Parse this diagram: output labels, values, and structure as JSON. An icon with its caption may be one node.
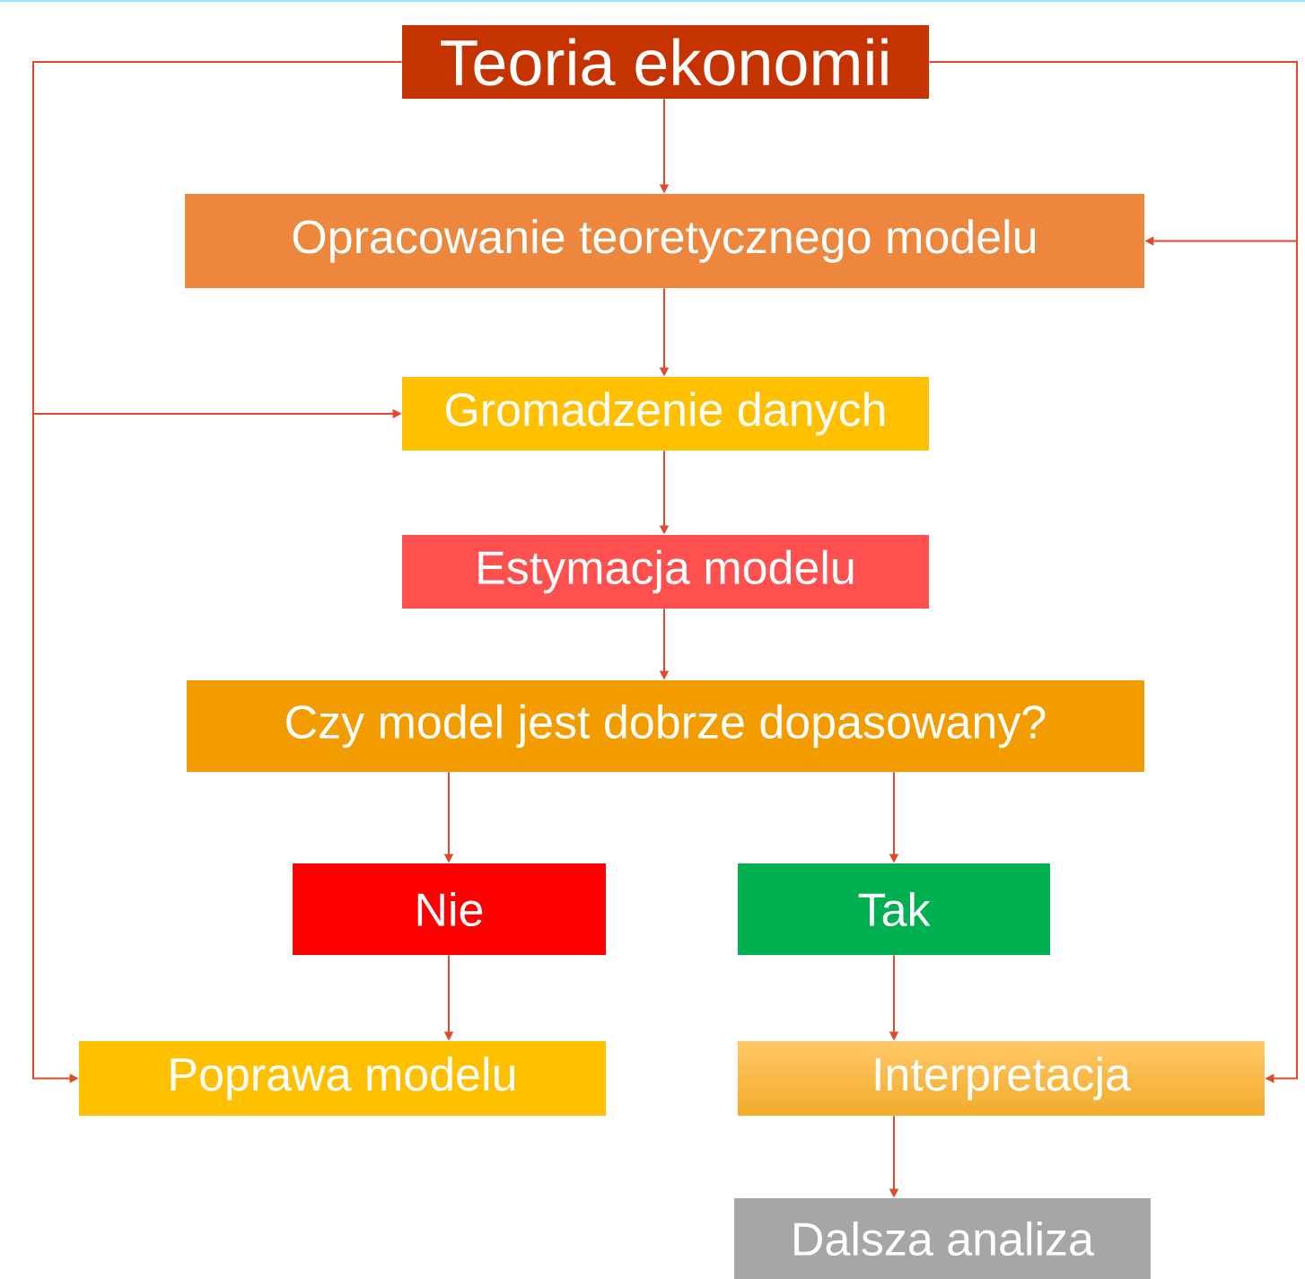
{
  "diagram": {
    "nodes": [
      {
        "text": [
          "Teoria ekonomii"
        ]
      },
      {
        "text": [
          "Opracowanie teoretycznego modelu"
        ]
      },
      {
        "text": [
          "Gromadzenie danych"
        ]
      },
      {
        "text": [
          "Estymacja modelu"
        ]
      },
      {
        "text": [
          "Czy model jest dobrze dopasowany?"
        ]
      },
      {
        "text": [
          "Nie"
        ]
      },
      {
        "text": [
          "Tak"
        ]
      },
      {
        "text": [
          "Poprawa modelu"
        ]
      },
      {
        "text": [
          "Interpretacja"
        ]
      },
      {
        "text": [
          "Dalsza analiza"
        ]
      }
    ],
    "edges": [
      {
        "from": 0,
        "to": 1,
        "arrow": "to"
      },
      {
        "from": 1,
        "to": 2,
        "arrow": "to"
      },
      {
        "from": 2,
        "to": 3,
        "arrow": "to"
      },
      {
        "from": 3,
        "to": 4,
        "arrow": "to"
      },
      {
        "from": 4,
        "to": 5,
        "arrow": "to"
      },
      {
        "from": 4,
        "to": 6,
        "arrow": "to"
      },
      {
        "from": 5,
        "to": 7,
        "arrow": "to"
      },
      {
        "from": 6,
        "to": 8,
        "arrow": "to"
      },
      {
        "from": 8,
        "to": 9,
        "arrow": "to"
      },
      {
        "from": 0,
        "to": 2,
        "arrow": "to"
      },
      {
        "from": 0,
        "to": 7,
        "arrow": "to"
      },
      {
        "from": 0,
        "to": 1,
        "arrow": "to"
      },
      {
        "from": 0,
        "to": 8,
        "arrow": "to"
      }
    ]
  }
}
